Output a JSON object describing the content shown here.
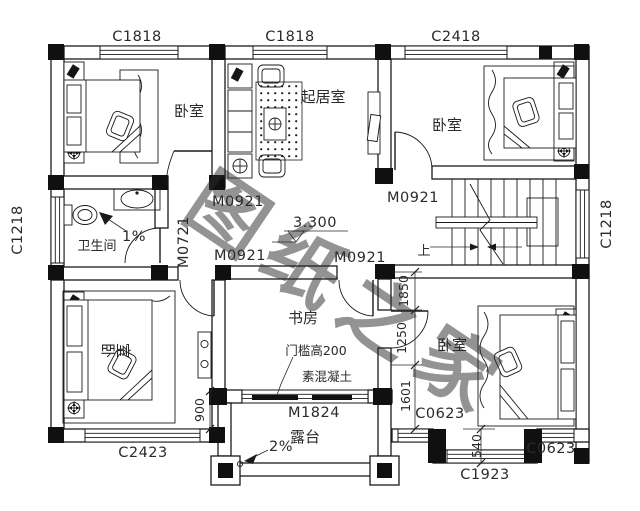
{
  "plan": {
    "colors": {
      "line": "#1a1a1a",
      "watermark": "#c85454"
    },
    "windows": {
      "top_left": "C1818",
      "top_mid": "C1818",
      "top_right": "C2418",
      "left": "C1218",
      "right": "C1218",
      "bottom_left": "C2423",
      "br_small_left": "C0623",
      "br_small_right": "C0623",
      "br_bay": "C1923"
    },
    "doors": {
      "bedroom_tl": "M0921",
      "bedroom_bl": "M0921",
      "study": "M0921",
      "bedroom_tr": "M0921",
      "bathroom": "M0721",
      "terrace": "M1824"
    },
    "rooms": {
      "bedroom_tl": "卧室",
      "living": "起居室",
      "bedroom_tr": "卧室",
      "bathroom": "卫生间",
      "bedroom_bl": "卧室",
      "study": "书房",
      "bedroom_br": "卧室",
      "terrace": "露台"
    },
    "dims": {
      "elevation": "3.300",
      "slope_bath": "1%",
      "slope_terrace": "2%",
      "d900": "900",
      "d1850": "1850",
      "d1250": "1250",
      "d1601": "1601",
      "d540": "540"
    },
    "notes": {
      "threshold": "门槛高200",
      "concrete": "素混凝土",
      "up": "上"
    },
    "watermark": "图纸之家"
  }
}
